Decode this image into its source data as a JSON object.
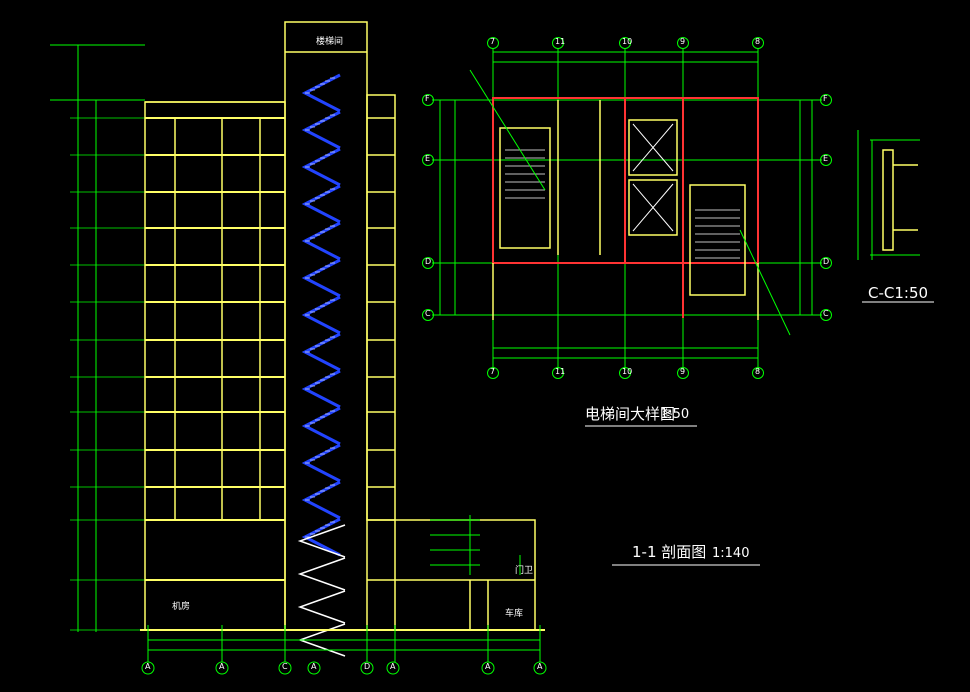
{
  "drawings": {
    "section": {
      "title": "1-1 剖面图",
      "scale": "1:140",
      "room_labels": [
        "楼梯间",
        "机房",
        "车库",
        "门卫"
      ]
    },
    "elevator_plan": {
      "title": "电梯间大样图",
      "scale": "1:50",
      "column_axes_top": [
        "7",
        "11",
        "10",
        "9",
        "8"
      ],
      "column_axes_bottom": [
        "7",
        "11",
        "10",
        "9",
        "8"
      ],
      "row_axes": [
        "F",
        "E",
        "D",
        "C"
      ]
    },
    "detail": {
      "title": "C-C1:50"
    },
    "bottom_axes": [
      "A",
      "A",
      "C",
      "A",
      "D",
      "A",
      "A",
      "A"
    ]
  },
  "colors": {
    "background": "#000000",
    "dimension": "#00ff00",
    "wall": "#ffff66",
    "stair": "#2244ff",
    "text": "#ffffff",
    "section_cut": "#ff3333"
  }
}
